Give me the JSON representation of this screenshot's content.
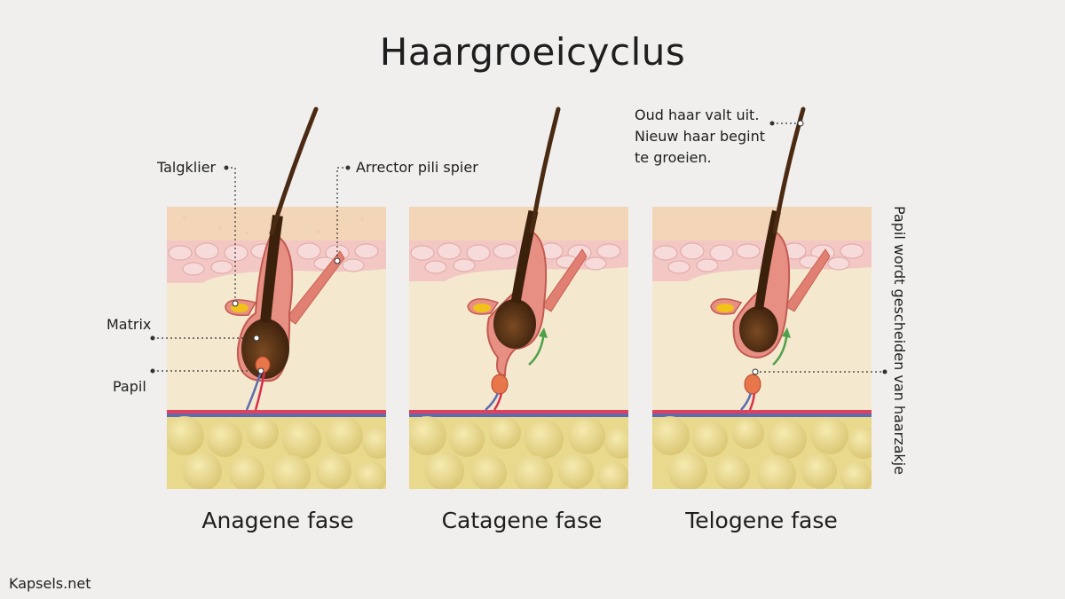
{
  "title": "Haargroeicyclus",
  "phases": [
    {
      "label": "Anagene fase"
    },
    {
      "label": "Catagene fase"
    },
    {
      "label": "Telogene fase"
    }
  ],
  "labels": {
    "talgklier": "Talgklier",
    "arrector": "Arrector pili spier",
    "matrix": "Matrix",
    "papil": "Papil",
    "oud_haar": [
      "Oud haar valt uit.",
      "Nieuw haar begint",
      "te groeien."
    ],
    "papil_gescheiden": "Papil wordt gescheiden van haarzakje"
  },
  "brand": "Kapsels.net",
  "colors": {
    "background": "#f0efed",
    "epidermis": "#f3d6b8",
    "dermis": "#f4e9cf",
    "cells": "#f2c7c4",
    "hair": "#4a2a12",
    "follicle": "#e88f84",
    "sebum": "#f2c21a",
    "fat": "#e6d68a",
    "arrow": "#4fa04a"
  }
}
